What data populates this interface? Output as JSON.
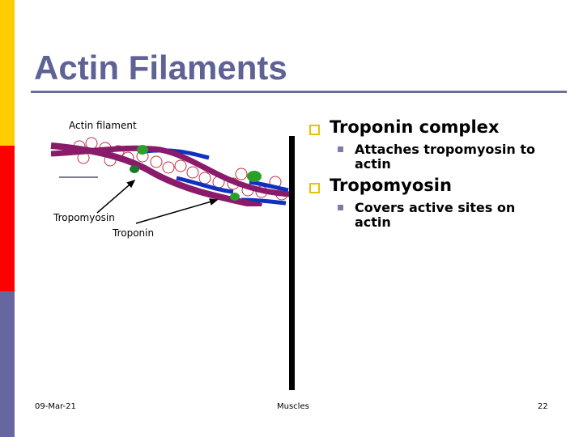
{
  "slide": {
    "title": "Actin Filaments",
    "figure": {
      "label_top": "Actin filament",
      "label_tropomyosin": "Tropomyosin",
      "label_troponin": "Troponin"
    },
    "bullets": [
      {
        "text": "Troponin complex",
        "sub": [
          "Attaches tropomyosin to actin"
        ]
      },
      {
        "text": "Tropomyosin",
        "sub": [
          "Covers active sites on actin"
        ]
      }
    ],
    "footer": {
      "date": "09-Mar-21",
      "center": "Muscles",
      "page": "22"
    },
    "colors": {
      "bar_top": "#FFCC00",
      "bar_mid": "#FF0000",
      "bar_bottom": "#6666A0",
      "title": "#5F6295",
      "bullet_box": "#E8C400"
    }
  }
}
